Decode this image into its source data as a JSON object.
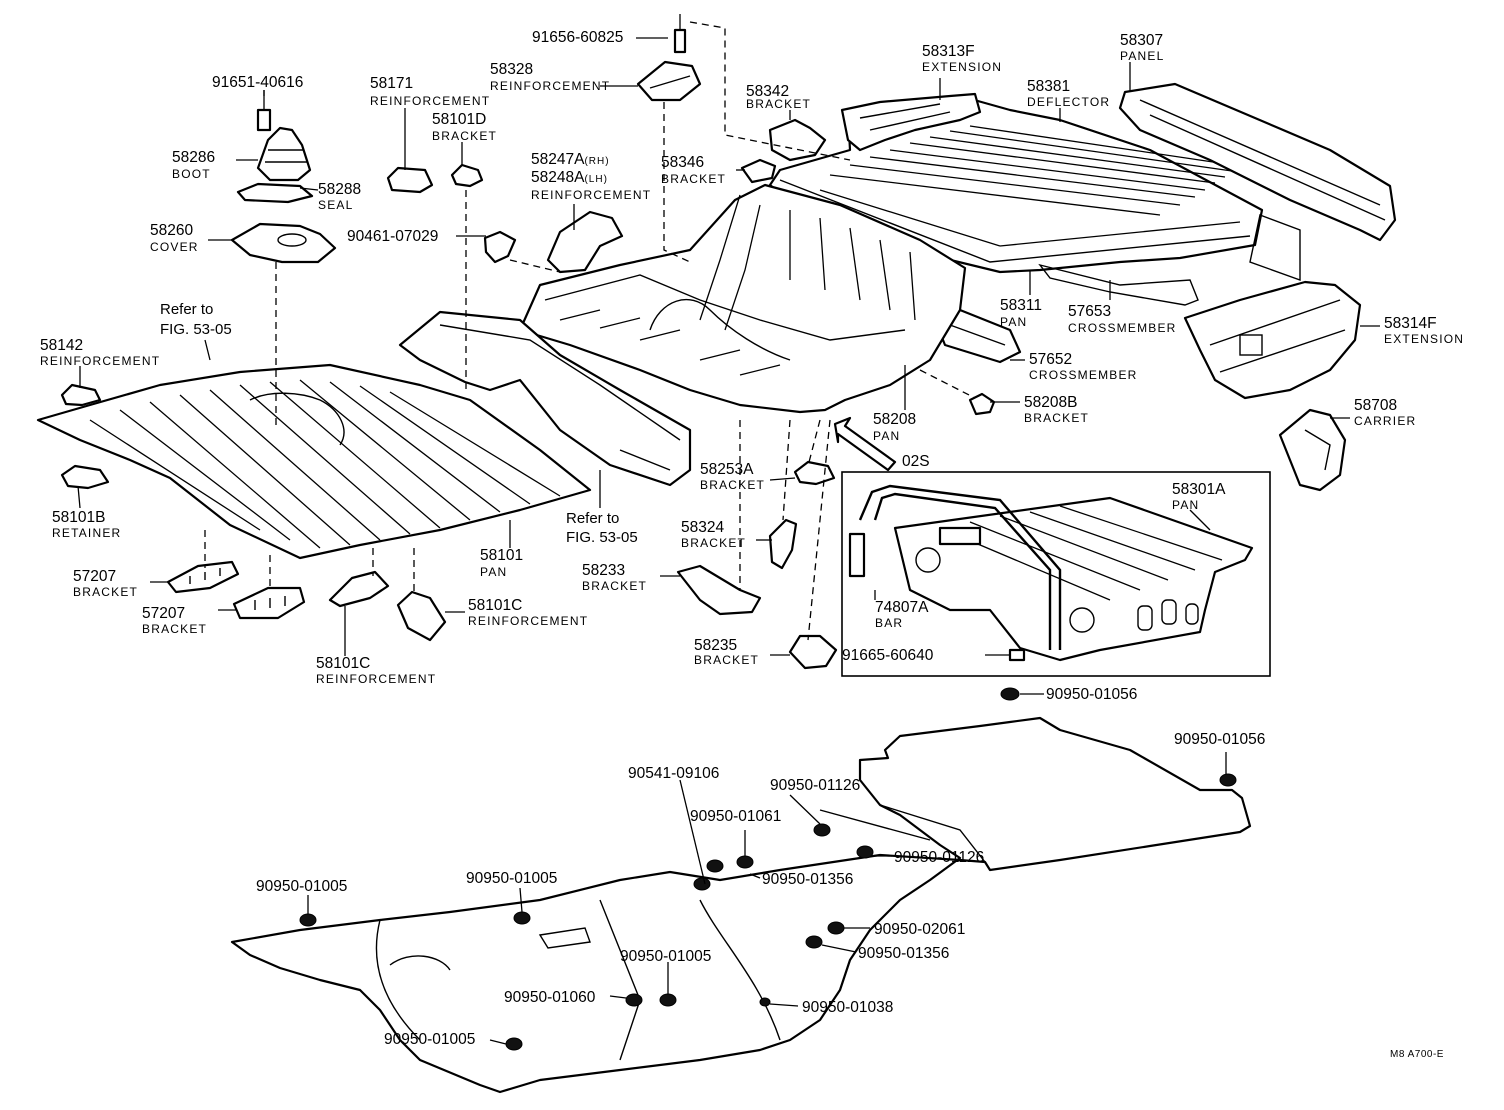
{
  "labels": {
    "p91656_60825": "91656-60825",
    "p91651_40616": "91651-40616",
    "p58171": "58171",
    "p58171_name": "REINFORCEMENT",
    "p58328": "58328",
    "p58328_name": "REINFORCEMENT",
    "p58101d": "58101D",
    "p58101d_name": "BRACKET",
    "p58286": "58286",
    "p58286_name": "BOOT",
    "p58288": "58288",
    "p58288_name": "SEAL",
    "p58260": "58260",
    "p58260_name": "COVER",
    "p58313f": "58313F",
    "p58313f_name": "EXTENSION",
    "p58307": "58307",
    "p58307_name": "PANEL",
    "p58342": "58342",
    "p58342_name": "BRACKET",
    "p58381": "58381",
    "p58381_name": "DEFLECTOR",
    "p58346": "58346",
    "p58346_name": "BRACKET",
    "p58247a": "58247A",
    "p58247a_side": "(RH)",
    "p58248a": "58248A",
    "p58248a_side": "(LH)",
    "p58247a_name": "REINFORCEMENT",
    "p90461_07029": "90461-07029",
    "ref_top_1": "Refer to",
    "ref_top_2": "FIG. 53-05",
    "p58142": "58142",
    "p58142_name": "REINFORCEMENT",
    "p58311": "58311",
    "p58311_name": "PAN",
    "p57653": "57653",
    "p57653_name": "CROSSMEMBER",
    "p58314f": "58314F",
    "p58314f_name": "EXTENSION",
    "p57652": "57652",
    "p57652_name": "CROSSMEMBER",
    "p58208b": "58208B",
    "p58208b_name": "BRACKET",
    "p58208": "58208",
    "p58208_name": "PAN",
    "p58708": "58708",
    "p58708_name": "CARRIER",
    "p02s": "02S",
    "p58253a": "58253A",
    "p58253a_name": "BRACKET",
    "p58301a": "58301A",
    "p58301a_name": "PAN",
    "p58101b": "58101B",
    "p58101b_name": "RETAINER",
    "ref_mid_1": "Refer to",
    "ref_mid_2": "FIG. 53-05",
    "p58324": "58324",
    "p58324_name": "BRACKET",
    "p58101": "58101",
    "p58101_name": "PAN",
    "p57207a": "57207",
    "p57207a_name": "BRACKET",
    "p58233": "58233",
    "p58233_name": "BRACKET",
    "p74807a": "74807A",
    "p74807a_name": "BAR",
    "p57207b": "57207",
    "p57207b_name": "BRACKET",
    "p58101c_a": "58101C",
    "p58101c_a_name": "REINFORCEMENT",
    "p58235": "58235",
    "p58235_name": "BRACKET",
    "p91665_60640": "91665-60640",
    "p58101c_b": "58101C",
    "p58101c_b_name": "REINFORCEMENT",
    "h90950_01056_a": "90950-01056",
    "h90950_01056_b": "90950-01056",
    "h90541_09106": "90541-09106",
    "h90950_01126_a": "90950-01126",
    "h90950_01061": "90950-01061",
    "h90950_01126_b": "90950-01126",
    "h90950_01005_a": "90950-01005",
    "h90950_01005_b": "90950-01005",
    "h90950_01356_a": "90950-01356",
    "h90950_02061": "90950-02061",
    "h90950_01356_b": "90950-01356",
    "h90950_01005_c": "90950-01005",
    "h90950_01060": "90950-01060",
    "h90950_01038": "90950-01038",
    "h90950_01005_d": "90950-01005",
    "fig_code": "M8 A700-E"
  }
}
